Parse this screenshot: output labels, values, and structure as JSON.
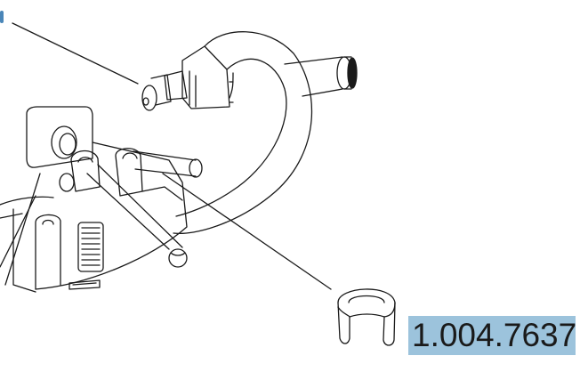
{
  "diagram": {
    "type": "exploded-parts-illustration",
    "subject": "handlebar with lever clamp assembly",
    "colors": {
      "line": "#1a1a1a",
      "label_bg": "#9cc3dc",
      "background": "#ffffff",
      "edge_marker": "#4a86b8"
    },
    "labels": [
      {
        "id": "part-number",
        "text": "1.004.7637"
      }
    ],
    "parts": [
      "handlebar-tube",
      "handlebar-end-cap",
      "lever-clamp-knob",
      "clamp-housing",
      "pivot-bracket",
      "lever-arm",
      "side-pin",
      "split-ring-clip"
    ],
    "leader_lines": 4
  }
}
